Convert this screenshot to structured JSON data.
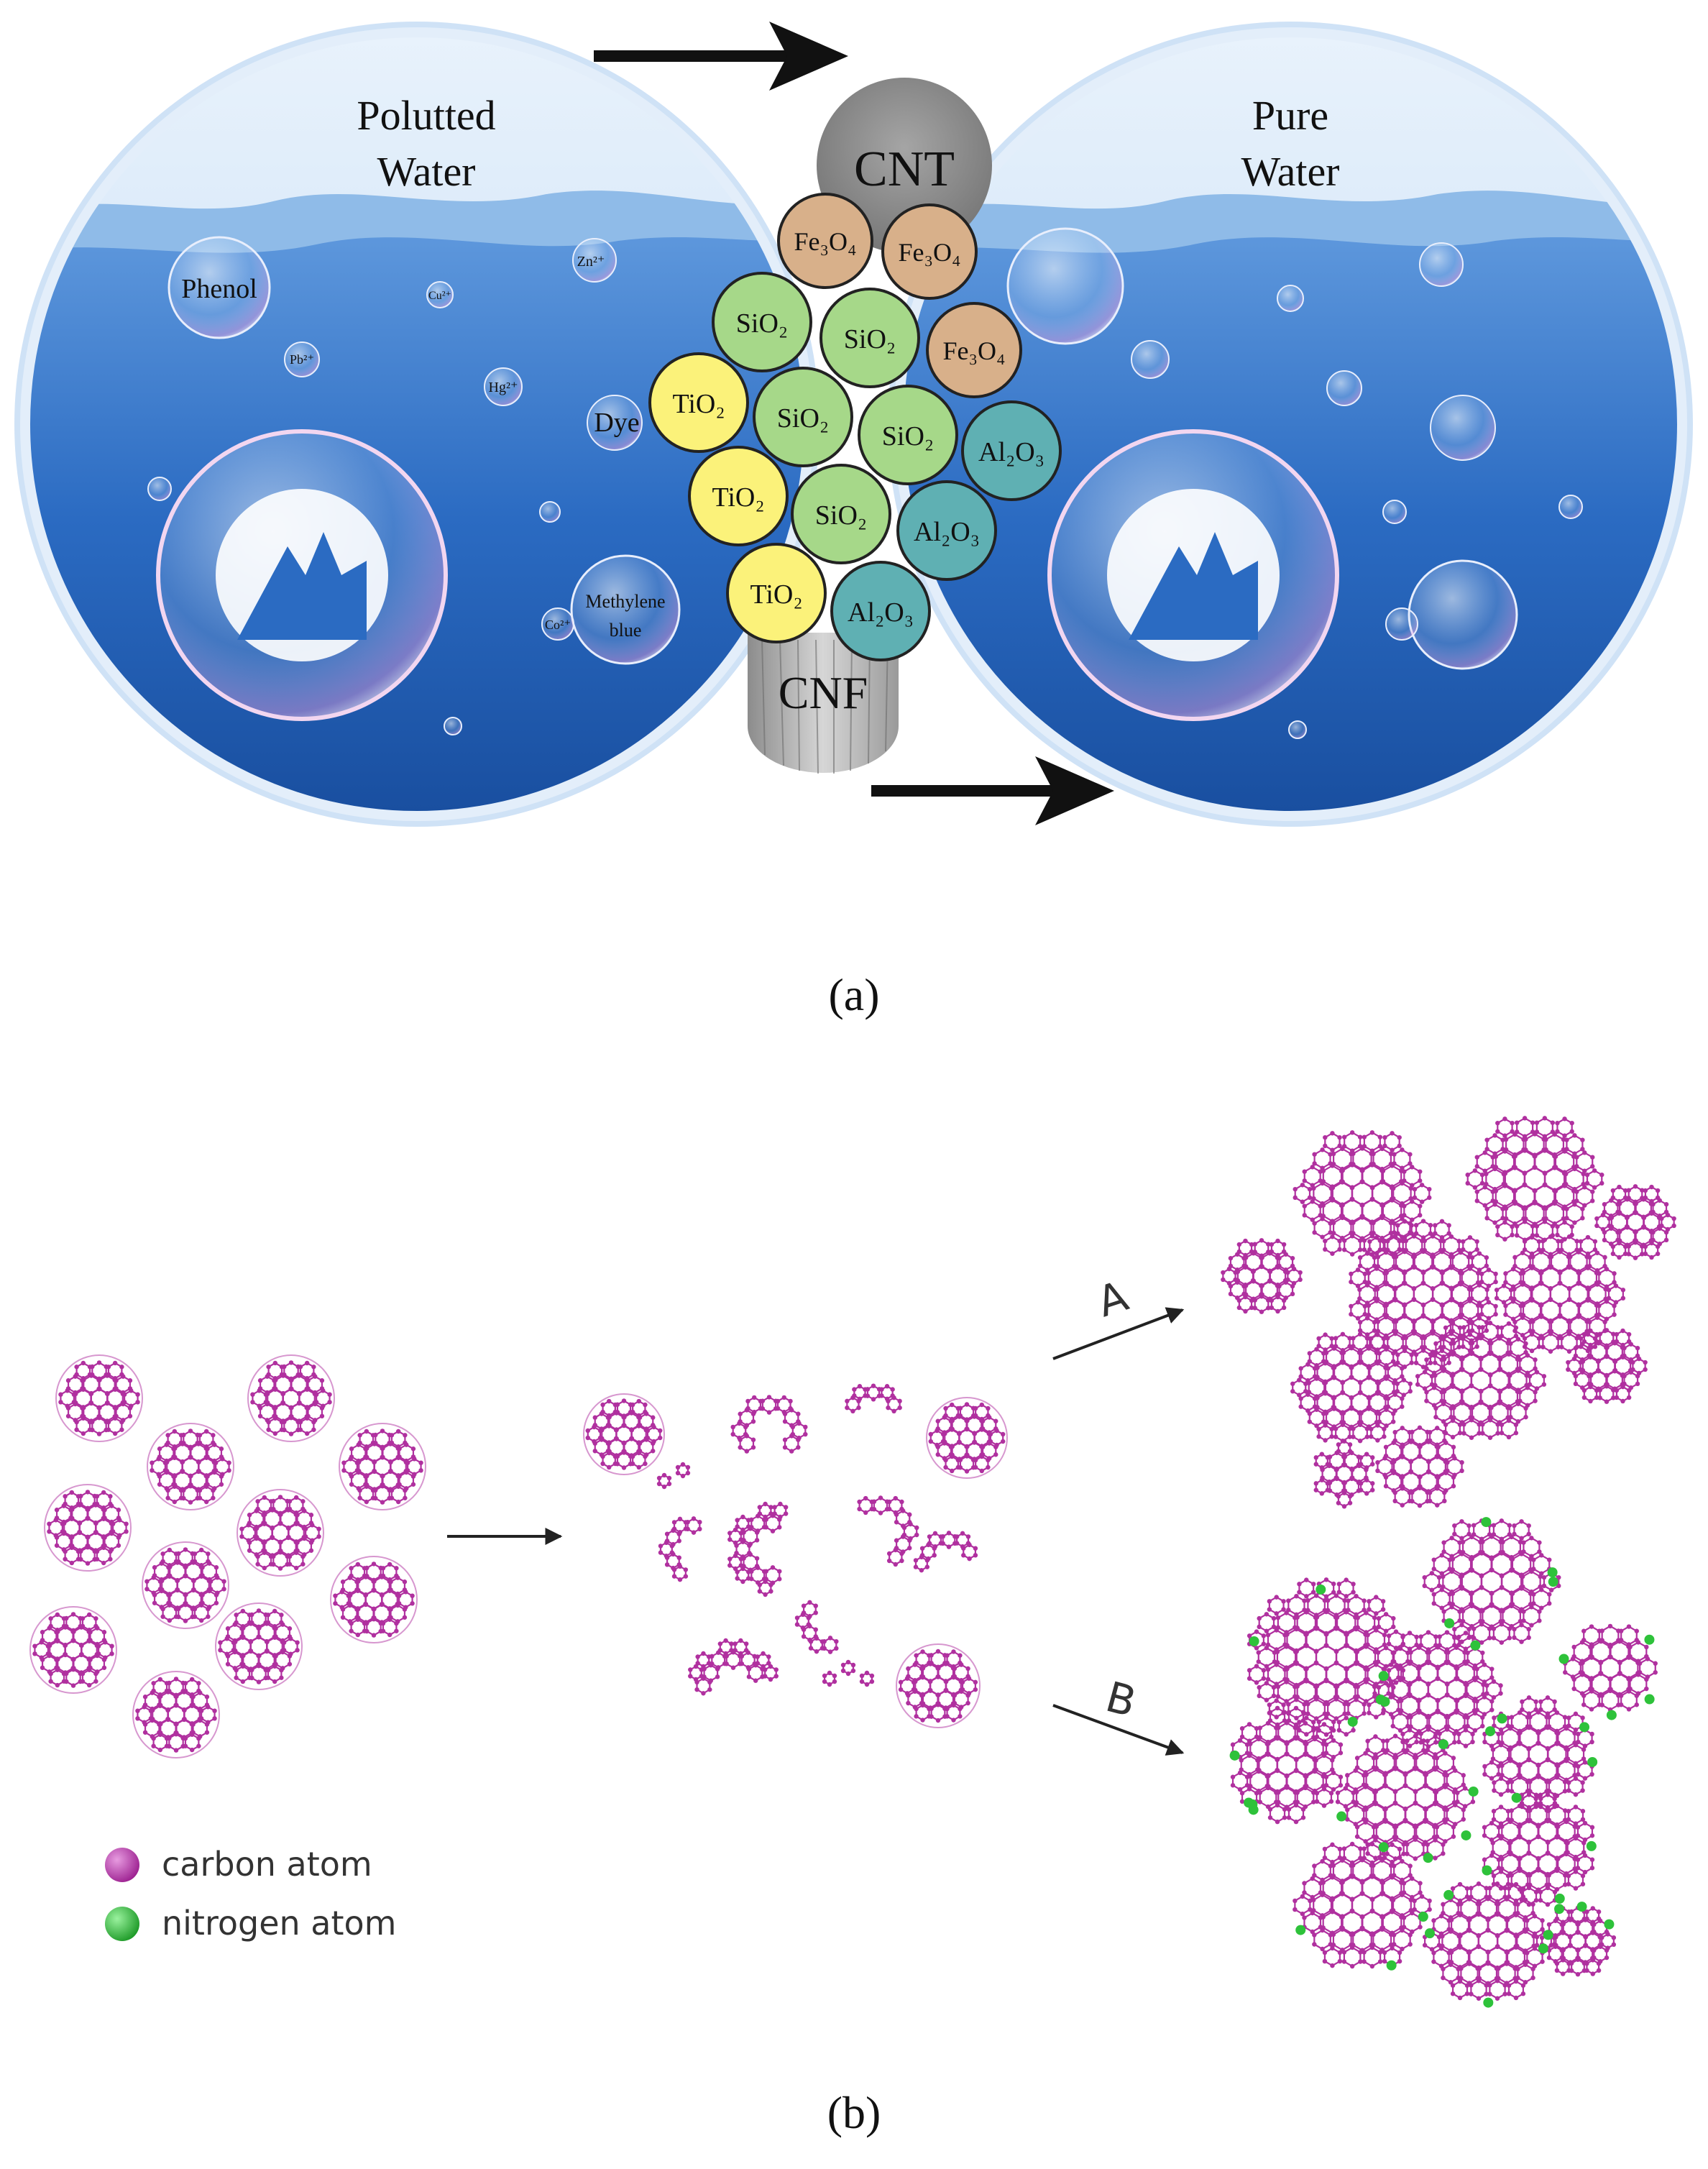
{
  "panel_a": {
    "label": "(a)",
    "left_title": [
      "Polutted",
      "Water"
    ],
    "right_title": [
      "Pure",
      "Water"
    ],
    "pollutants": {
      "phenol": "Phenol",
      "zn": "Zn²⁺",
      "cu": "Cu²⁺",
      "pb": "Pb²⁺",
      "hg": "Hg²⁺",
      "dye": "Dye",
      "methylene": [
        "Methylene",
        "blue"
      ],
      "co": "Co²⁺"
    },
    "filter": {
      "cnt": "CNT",
      "cnf": "CNF",
      "fe3o4": "Fe₃O₄",
      "sio2": "SiO₂",
      "tio2": "TiO₂",
      "al2o3": "Al₂O₃"
    },
    "colors": {
      "water_dark": "#1f5bb0",
      "water_light": "#8fc0ee",
      "fe3o4": "#d8b08a",
      "sio2": "#a6d889",
      "tio2": "#fbf27a",
      "al2o3": "#5fb0b3",
      "cnt": "#8d8d8d"
    }
  },
  "panel_b": {
    "label": "(b)",
    "route_a": "A",
    "route_b": "B",
    "legend": {
      "carbon": "carbon atom",
      "nitrogen": "nitrogen atom"
    },
    "colors": {
      "carbon": "#b0309f",
      "nitrogen": "#2ec23a"
    }
  }
}
